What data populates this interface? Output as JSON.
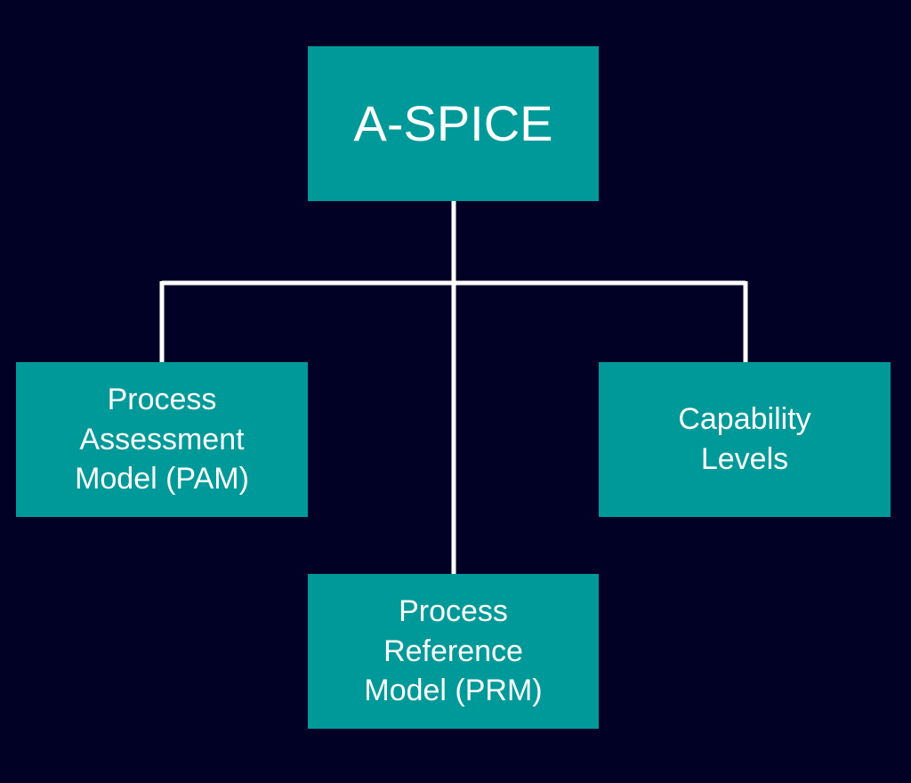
{
  "diagram": {
    "root": {
      "label": "A-SPICE"
    },
    "children": [
      {
        "id": "pam",
        "lines": [
          "Process",
          "Assessment",
          "Model (PAM)"
        ]
      },
      {
        "id": "cap",
        "lines": [
          "Capability",
          "Levels"
        ]
      },
      {
        "id": "prm",
        "lines": [
          "Process",
          "Reference",
          "Model (PRM)"
        ]
      }
    ],
    "colors": {
      "background": "#010125",
      "box": "#009999",
      "text": "#ffffff",
      "connector": "#ffffff"
    }
  }
}
